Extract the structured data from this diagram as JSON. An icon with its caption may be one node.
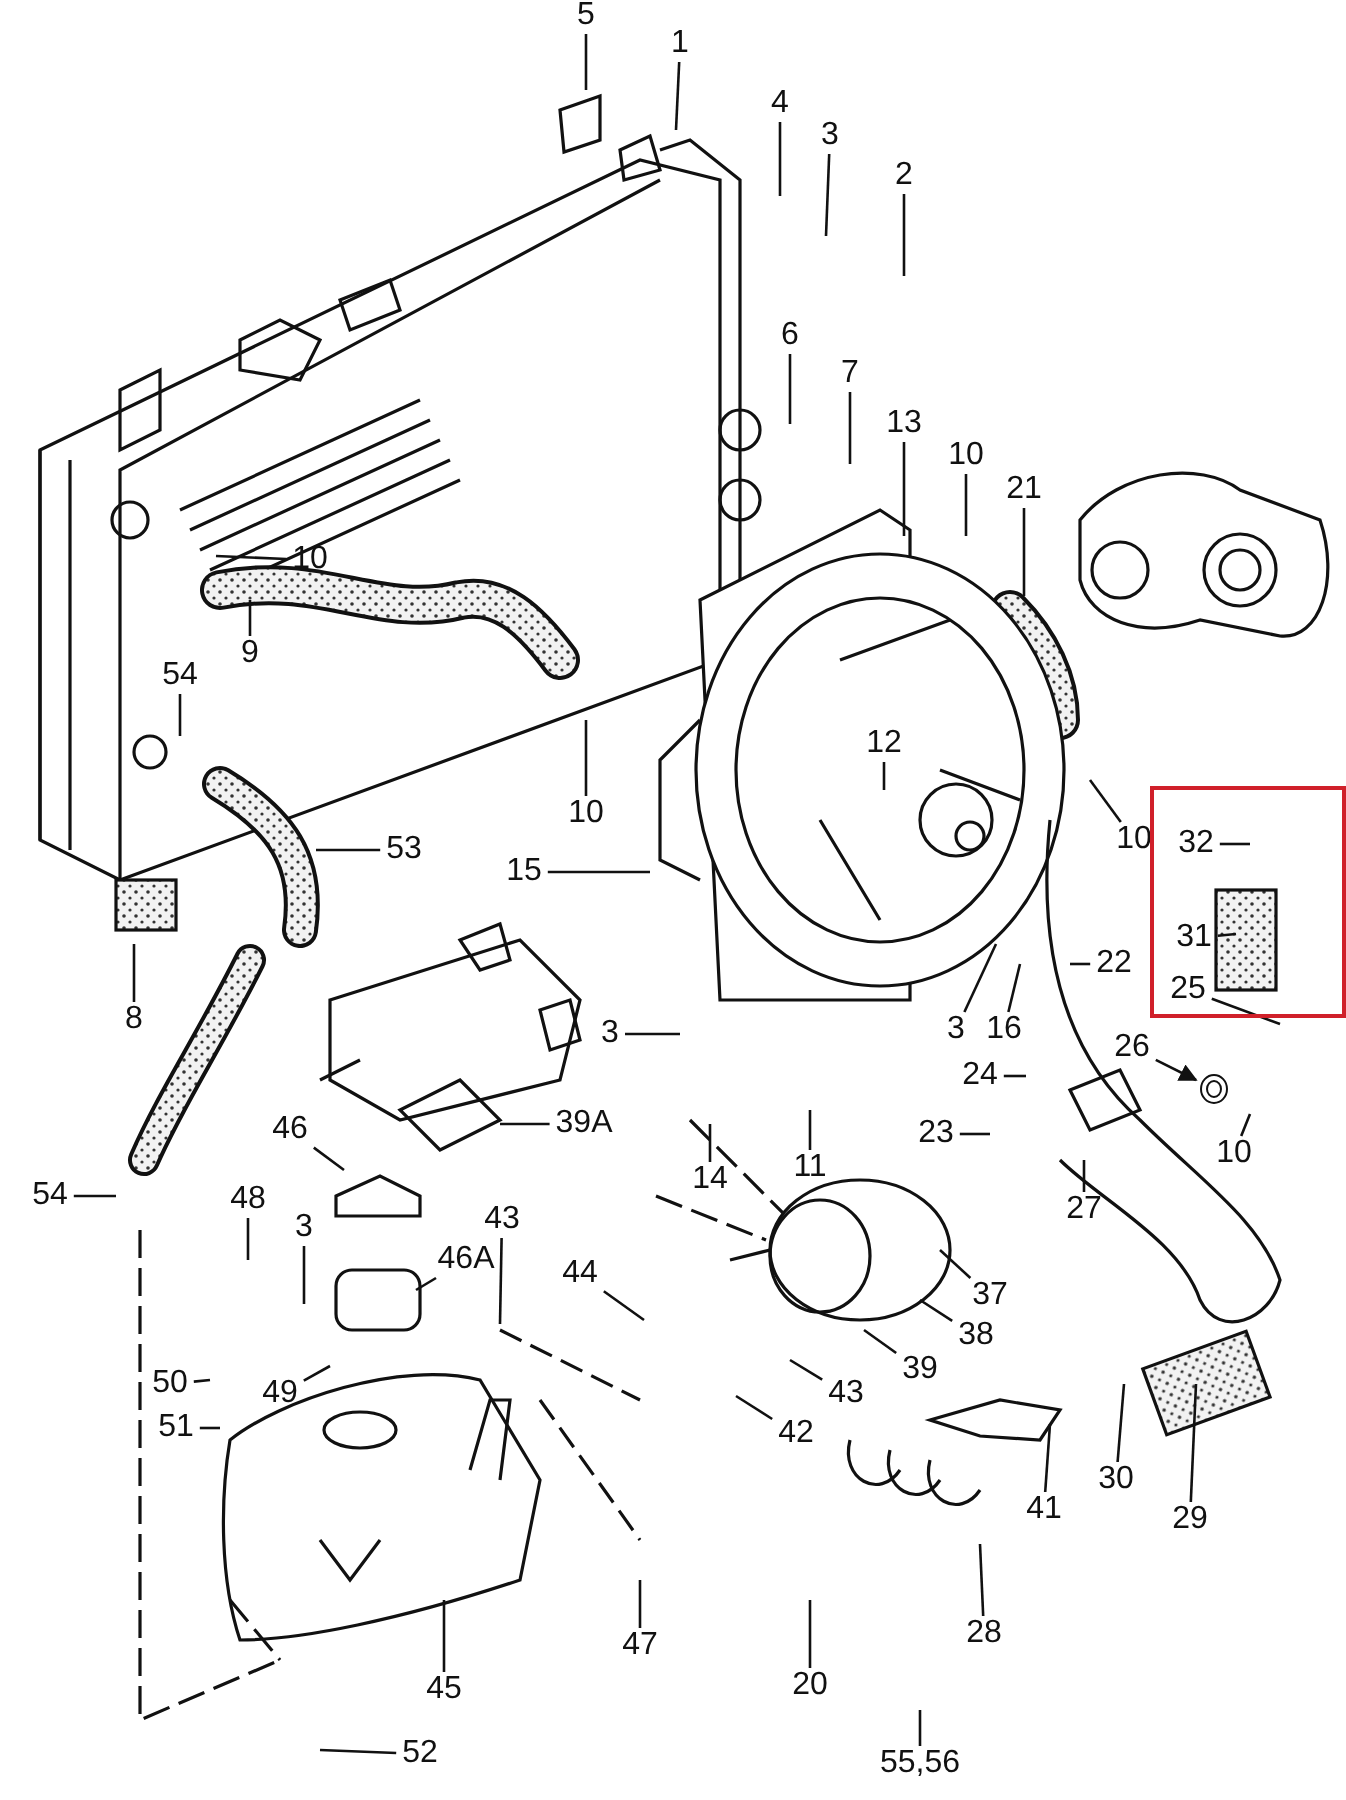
{
  "diagram": {
    "nodes": [
      {
        "text": [
          "5"
        ]
      },
      {
        "text": [
          "1"
        ]
      },
      {
        "text": [
          "4"
        ]
      },
      {
        "text": [
          "3"
        ]
      },
      {
        "text": [
          "2"
        ]
      },
      {
        "text": [
          "6"
        ]
      },
      {
        "text": [
          "7"
        ]
      },
      {
        "text": [
          "13"
        ]
      },
      {
        "text": [
          "10"
        ]
      },
      {
        "text": [
          "21"
        ]
      },
      {
        "text": [
          "10"
        ]
      },
      {
        "text": [
          "9"
        ]
      },
      {
        "text": [
          "54"
        ]
      },
      {
        "text": [
          "10"
        ]
      },
      {
        "text": [
          "12"
        ]
      },
      {
        "text": [
          "53"
        ]
      },
      {
        "text": [
          "15"
        ]
      },
      {
        "text": [
          "10"
        ]
      },
      {
        "text": [],
        "shape": "box"
      },
      {
        "text": [
          "32"
        ],
        "in": 18
      },
      {
        "text": [
          "31"
        ],
        "in": 18
      },
      {
        "text": [
          "25"
        ],
        "in": 18
      },
      {
        "text": [
          "8"
        ]
      },
      {
        "text": [
          "22"
        ]
      },
      {
        "text": [
          "26"
        ]
      },
      {
        "text": [
          "3"
        ]
      },
      {
        "text": [
          "3"
        ]
      },
      {
        "text": [
          "16"
        ]
      },
      {
        "text": [
          "39A"
        ]
      },
      {
        "text": [
          "24"
        ]
      },
      {
        "text": [
          "23"
        ]
      },
      {
        "text": [
          "14"
        ]
      },
      {
        "text": [
          "11"
        ]
      },
      {
        "text": [
          "27"
        ]
      },
      {
        "text": [
          "10"
        ]
      },
      {
        "text": [
          "54"
        ]
      },
      {
        "text": [
          "46"
        ]
      },
      {
        "text": [
          "48"
        ]
      },
      {
        "text": [
          "3"
        ]
      },
      {
        "text": [
          "46A"
        ]
      },
      {
        "text": [
          "43"
        ]
      },
      {
        "text": [
          "44"
        ]
      },
      {
        "text": [
          "37"
        ]
      },
      {
        "text": [
          "38"
        ]
      },
      {
        "text": [
          "39"
        ]
      },
      {
        "text": [
          "43"
        ]
      },
      {
        "text": [
          "42"
        ]
      },
      {
        "text": [
          "50"
        ]
      },
      {
        "text": [
          "49"
        ]
      },
      {
        "text": [
          "51"
        ]
      },
      {
        "text": [
          "41"
        ]
      },
      {
        "text": [
          "30"
        ]
      },
      {
        "text": [
          "29"
        ]
      },
      {
        "text": [
          "47"
        ]
      },
      {
        "text": [
          "28"
        ]
      },
      {
        "text": [
          "45"
        ]
      },
      {
        "text": [
          "20"
        ]
      },
      {
        "text": [
          "52"
        ]
      },
      {
        "text": [
          "55,56"
        ]
      },
      {
        "text": [],
        "shape": "circle"
      }
    ],
    "edges": [
      {
        "from": 0,
        "to": null,
        "arrow": "none"
      },
      {
        "from": 1,
        "to": null,
        "arrow": "none"
      },
      {
        "from": 2,
        "to": null,
        "arrow": "none"
      },
      {
        "from": 3,
        "to": null,
        "arrow": "none"
      },
      {
        "from": 4,
        "to": null,
        "arrow": "none"
      },
      {
        "from": 5,
        "to": null,
        "arrow": "none"
      },
      {
        "from": 6,
        "to": null,
        "arrow": "none"
      },
      {
        "from": 7,
        "to": null,
        "arrow": "none"
      },
      {
        "from": 8,
        "to": null,
        "arrow": "none"
      },
      {
        "from": 9,
        "to": null,
        "arrow": "none"
      },
      {
        "from": 10,
        "to": null,
        "arrow": "none"
      },
      {
        "from": 11,
        "to": null,
        "arrow": "none"
      },
      {
        "from": 12,
        "to": null,
        "arrow": "none"
      },
      {
        "from": 13,
        "to": null,
        "arrow": "none"
      },
      {
        "from": 14,
        "to": null,
        "arrow": "none"
      },
      {
        "from": 15,
        "to": null,
        "arrow": "none"
      },
      {
        "from": 16,
        "to": null,
        "arrow": "none"
      },
      {
        "from": 17,
        "to": null,
        "arrow": "none"
      },
      {
        "from": 19,
        "to": null,
        "arrow": "none"
      },
      {
        "from": 20,
        "to": null,
        "arrow": "none"
      },
      {
        "from": 21,
        "to": null,
        "arrow": "none"
      },
      {
        "from": 22,
        "to": null,
        "arrow": "none"
      },
      {
        "from": 23,
        "to": null,
        "arrow": "none"
      },
      {
        "from": 24,
        "to": 59,
        "arrow": "to"
      },
      {
        "from": 25,
        "to": null,
        "arrow": "none"
      },
      {
        "from": 26,
        "to": null,
        "arrow": "none"
      },
      {
        "from": 27,
        "to": null,
        "arrow": "none"
      },
      {
        "from": 28,
        "to": null,
        "arrow": "none"
      },
      {
        "from": 29,
        "to": null,
        "arrow": "none"
      },
      {
        "from": 30,
        "to": null,
        "arrow": "none"
      },
      {
        "from": 31,
        "to": null,
        "arrow": "none"
      },
      {
        "from": 32,
        "to": null,
        "arrow": "none"
      },
      {
        "from": 33,
        "to": null,
        "arrow": "none"
      },
      {
        "from": 34,
        "to": null,
        "arrow": "none"
      },
      {
        "from": 35,
        "to": null,
        "arrow": "none"
      },
      {
        "from": 36,
        "to": null,
        "arrow": "none"
      },
      {
        "from": 37,
        "to": null,
        "arrow": "none"
      },
      {
        "from": 38,
        "to": null,
        "arrow": "none"
      },
      {
        "from": 39,
        "to": null,
        "arrow": "none"
      },
      {
        "from": 40,
        "to": null,
        "arrow": "none"
      },
      {
        "from": 41,
        "to": null,
        "arrow": "none"
      },
      {
        "from": 42,
        "to": null,
        "arrow": "none"
      },
      {
        "from": 43,
        "to": null,
        "arrow": "none"
      },
      {
        "from": 44,
        "to": null,
        "arrow": "none"
      },
      {
        "from": 45,
        "to": null,
        "arrow": "none"
      },
      {
        "from": 46,
        "to": null,
        "arrow": "none"
      },
      {
        "from": 47,
        "to": null,
        "arrow": "none"
      },
      {
        "from": 48,
        "to": null,
        "arrow": "none"
      },
      {
        "from": 49,
        "to": null,
        "arrow": "none"
      },
      {
        "from": 50,
        "to": null,
        "arrow": "none"
      },
      {
        "from": 51,
        "to": null,
        "arrow": "none"
      },
      {
        "from": 52,
        "to": null,
        "arrow": "none"
      },
      {
        "from": 53,
        "to": null,
        "arrow": "none"
      },
      {
        "from": 54,
        "to": null,
        "arrow": "none"
      },
      {
        "from": 55,
        "to": null,
        "arrow": "none"
      },
      {
        "from": 56,
        "to": null,
        "arrow": "none"
      },
      {
        "from": 57,
        "to": null,
        "arrow": "none"
      },
      {
        "from": 58,
        "to": null,
        "arrow": "none"
      }
    ]
  }
}
